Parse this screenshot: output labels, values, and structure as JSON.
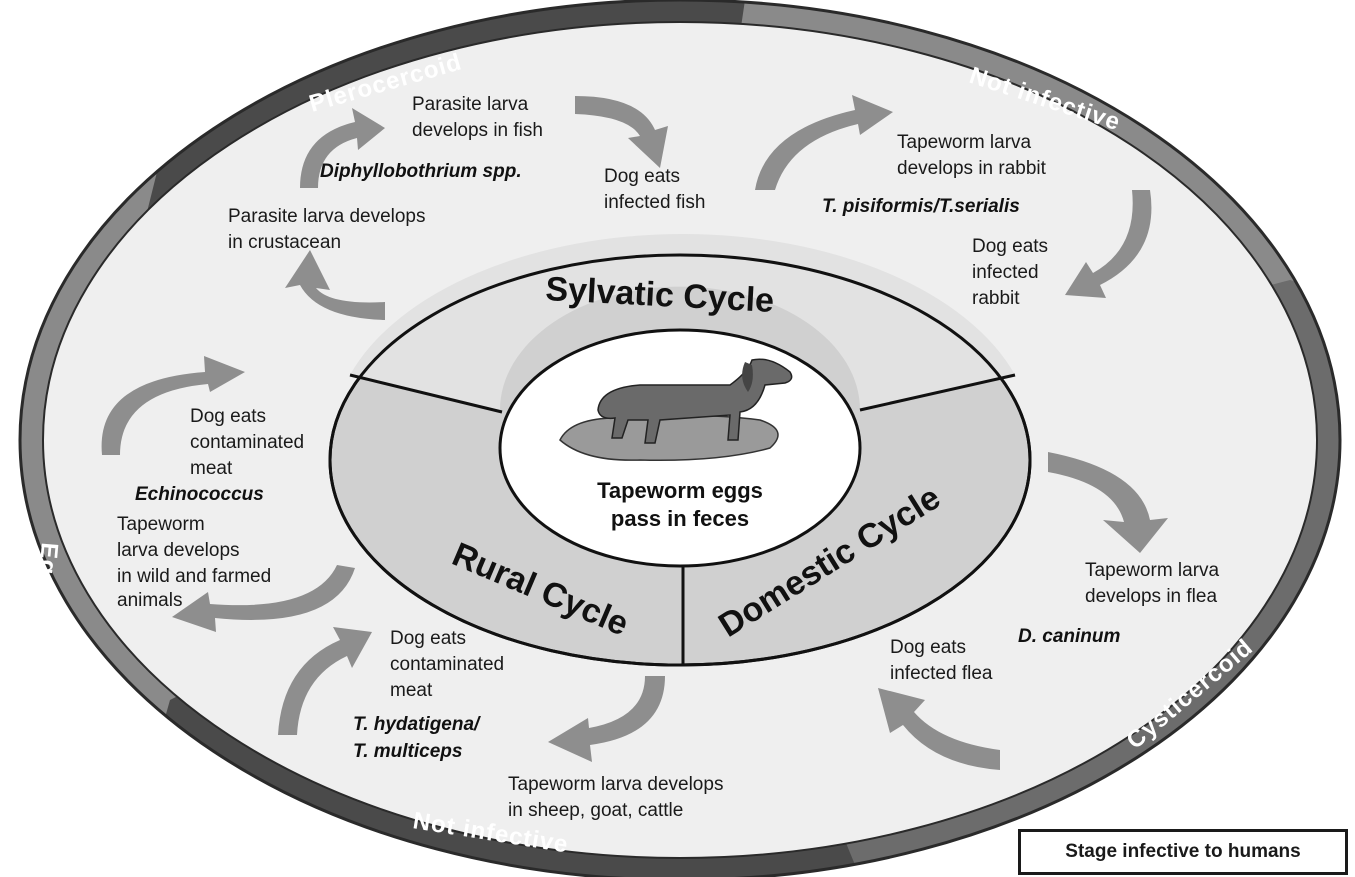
{
  "center": {
    "line1": "Tapeworm eggs",
    "line2": "pass in feces"
  },
  "cycles": {
    "sylvatic": "Sylvatic Cycle",
    "rural": "Rural Cycle",
    "domestic": "Domestic Cycle"
  },
  "ring_stages": {
    "plerocercoid": "Plerocercoid",
    "not_infective_top": "Not infective",
    "cysticercoid": "Cysticercoid",
    "not_infective_bottom": "Not infective",
    "egg": "Egg"
  },
  "sylvatic_fish": {
    "species": "Diphyllobothrium spp.",
    "step1_l1": "Parasite larva develops",
    "step1_l2": "in crustacean",
    "step2_l1": "Parasite larva",
    "step2_l2": "develops in fish",
    "step3_l1": "Dog eats",
    "step3_l2": "infected fish"
  },
  "sylvatic_rabbit": {
    "species": "T. pisiformis/T.serialis",
    "step1_l1": "Tapeworm larva",
    "step1_l2": "develops in rabbit",
    "step2_l1": "Dog eats",
    "step2_l2": "infected",
    "step2_l3": "rabbit"
  },
  "domestic": {
    "species": "D. caninum",
    "step1_l1": "Tapeworm larva",
    "step1_l2": "develops in flea",
    "step2_l1": "Dog eats",
    "step2_l2": "infected flea"
  },
  "rural_taenia": {
    "species_l1": "T. hydatigena/",
    "species_l2": "T. multiceps",
    "step1_l1": "Tapeworm larva develops",
    "step1_l2": "in sheep, goat, cattle",
    "step2_l1": "Dog eats",
    "step2_l2": "contaminated",
    "step2_l3": "meat"
  },
  "rural_echino": {
    "species": "Echinococcus",
    "step1_l1": "Tapeworm",
    "step1_l2": "larva develops",
    "step1_l3": "in wild and farmed",
    "step1_l4": "animals",
    "step2_l1": "Dog eats",
    "step2_l2": "contaminated",
    "step2_l3": "meat"
  },
  "legend": {
    "label": "Stage infective to humans"
  },
  "colors": {
    "ring_dark": "#4a4a4a",
    "ring_light": "#8a8a8a",
    "sector": "#d0d0d0",
    "sylvatic_sector": "#e2e2e2",
    "arrow": "#8e8e8e"
  }
}
